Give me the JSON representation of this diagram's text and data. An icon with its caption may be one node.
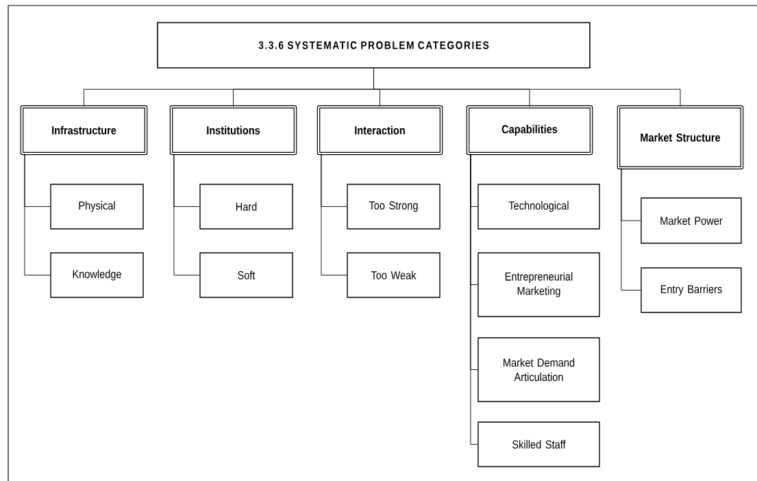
{
  "diagram": {
    "nodes": [
      {
        "text": [
          "3.3.6 SYSTEMATIC PROBLEM CATEGORIES"
        ]
      },
      {
        "text": [
          "Infrastructure"
        ]
      },
      {
        "text": [
          "Institutions"
        ]
      },
      {
        "text": [
          "Interaction"
        ]
      },
      {
        "text": [
          "Capabilities"
        ]
      },
      {
        "text": [
          "Market Structure"
        ]
      },
      {
        "text": [
          "Physical"
        ]
      },
      {
        "text": [
          "Knowledge"
        ]
      },
      {
        "text": [
          "Hard"
        ]
      },
      {
        "text": [
          "Soft"
        ]
      },
      {
        "text": [
          "Too Strong"
        ]
      },
      {
        "text": [
          "Too Weak"
        ]
      },
      {
        "text": [
          "Technological"
        ]
      },
      {
        "text": [
          "Entrepreneurial Marketing"
        ]
      },
      {
        "text": [
          "Market Demand Articulation"
        ]
      },
      {
        "text": [
          "Skilled Staff"
        ]
      },
      {
        "text": [
          "Market Power"
        ]
      },
      {
        "text": [
          "Entry Barriers"
        ]
      }
    ],
    "edges": [
      {
        "from": 0,
        "to": 1,
        "arrow": "none"
      },
      {
        "from": 0,
        "to": 2,
        "arrow": "none"
      },
      {
        "from": 0,
        "to": 3,
        "arrow": "none"
      },
      {
        "from": 0,
        "to": 4,
        "arrow": "none"
      },
      {
        "from": 0,
        "to": 5,
        "arrow": "none"
      },
      {
        "from": 1,
        "to": 6,
        "arrow": "none"
      },
      {
        "from": 1,
        "to": 7,
        "arrow": "none"
      },
      {
        "from": 2,
        "to": 8,
        "arrow": "none"
      },
      {
        "from": 2,
        "to": 9,
        "arrow": "none"
      },
      {
        "from": 3,
        "to": 10,
        "arrow": "none"
      },
      {
        "from": 3,
        "to": 11,
        "arrow": "none"
      },
      {
        "from": 4,
        "to": 12,
        "arrow": "none"
      },
      {
        "from": 4,
        "to": 13,
        "arrow": "none"
      },
      {
        "from": 4,
        "to": 14,
        "arrow": "none"
      },
      {
        "from": 4,
        "to": 15,
        "arrow": "none"
      },
      {
        "from": 5,
        "to": 16,
        "arrow": "none"
      },
      {
        "from": 5,
        "to": 17,
        "arrow": "none"
      }
    ]
  }
}
